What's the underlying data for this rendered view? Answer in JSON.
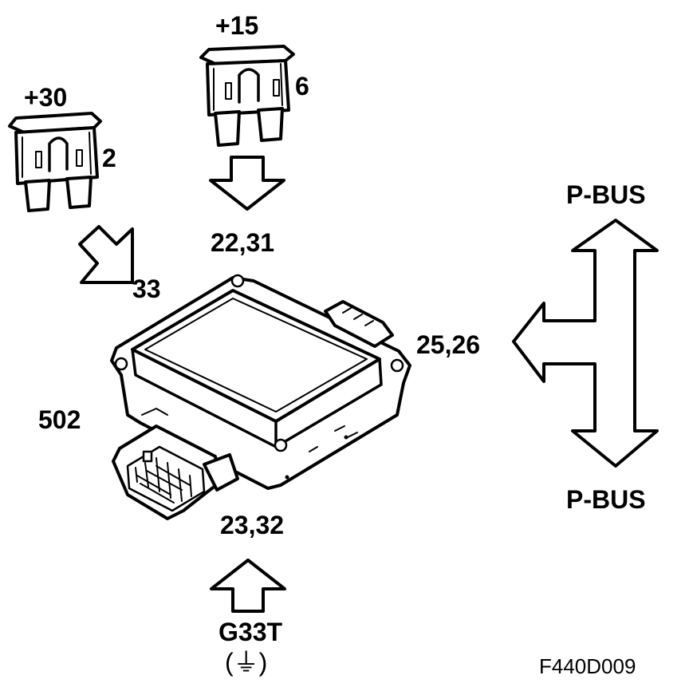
{
  "fuses": {
    "left": {
      "supply": "+30",
      "number": "2"
    },
    "top": {
      "supply": "+15",
      "number": "6"
    }
  },
  "pins": {
    "supply_30": "33",
    "supply_15": "22,31",
    "ground": "23,32",
    "bus": "25,26"
  },
  "module": {
    "number": "502"
  },
  "bus": {
    "top_label": "P-BUS",
    "bottom_label": "P-BUS"
  },
  "ground": {
    "label": "G33T",
    "symbol": "(⏚)"
  },
  "figure_code": "F440D009",
  "colors": {
    "line": "#000000",
    "background": "#ffffff"
  }
}
